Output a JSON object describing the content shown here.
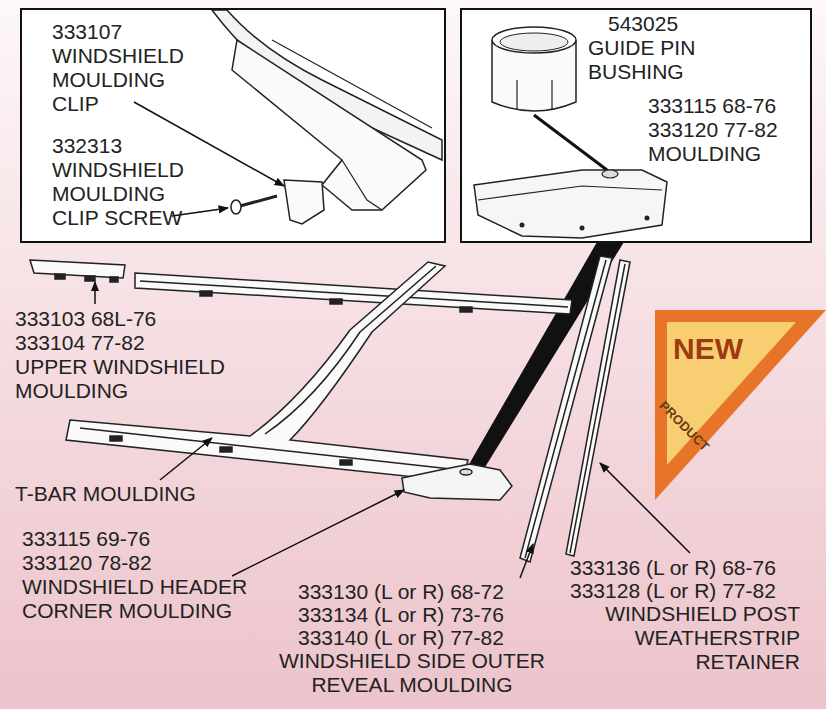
{
  "diagram": {
    "nodes": [
      {
        "text": [
          "333107",
          "WINDSHIELD MOULDING CLIP",
          "332313",
          "WINDSHIELD MOULDING CLIP SCREW"
        ]
      },
      {
        "text": [
          "543025",
          "GUIDE PIN BUSHING",
          "333115 68-76",
          "333120 77-82",
          "MOULDING"
        ]
      },
      {
        "text": [
          "NEW",
          "PRODUCT"
        ]
      }
    ],
    "labels": [
      "333103 68L-76",
      "333104 77-82",
      "UPPER WINDSHIELD MOULDING",
      "T-BAR MOULDING",
      "333115 69-76",
      "333120 78-82",
      "WINDSHIELD HEADER CORNER MOULDING",
      "333130 (L or R) 68-72",
      "333134 (L or R) 73-76",
      "333140 (L or R) 77-82",
      "WINDSHIELD SIDE OUTER REVEAL MOULDING",
      "333136 (L or R) 68-76",
      "333128 (L or R) 77-82",
      "WINDSHIELD POST WEATHERSTRIP RETAINER"
    ]
  }
}
